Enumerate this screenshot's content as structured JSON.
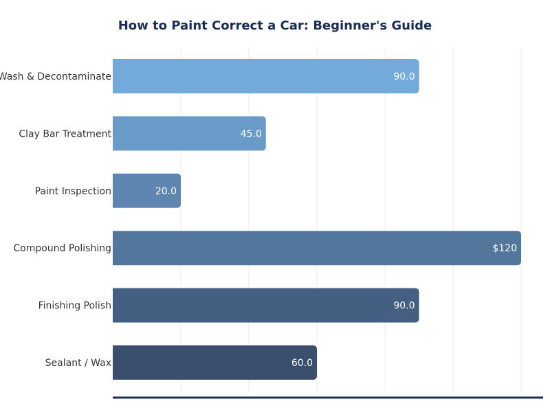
{
  "chart_data": {
    "type": "bar",
    "orientation": "horizontal",
    "title": "How to Paint Correct a Car: Beginner's Guide",
    "xlabel": "",
    "ylabel": "",
    "categories": [
      "Wash & Decontaminate",
      "Clay Bar Treatment",
      "Paint Inspection",
      "Compound Polishing",
      "Finishing Polish",
      "Sealant / Wax"
    ],
    "values": [
      90,
      45,
      20,
      120,
      90,
      60
    ],
    "data_labels": [
      "90.0",
      "45.0",
      "20.0",
      "$120",
      "90.0",
      "60.0"
    ],
    "xlim": [
      0,
      126
    ],
    "grid": true,
    "legend": "none",
    "colors": [
      "#74a9db",
      "#6a9ac8",
      "#5f86b0",
      "#53779c",
      "#455f82",
      "#3a4f6e"
    ],
    "axis_color": "#1a2e55"
  }
}
